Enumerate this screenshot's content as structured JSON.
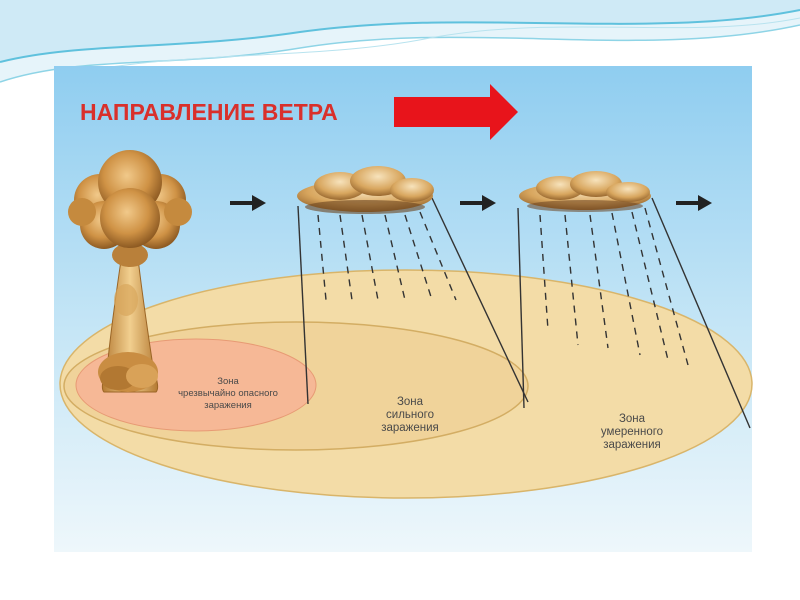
{
  "title": "НАПРАВЛЕНИЕ ВЕТРА",
  "colors": {
    "title": "#d9302b",
    "arrow": "#e8141b",
    "sky_top": "#8fcdf0",
    "sky_bottom": "#e9f5fb",
    "zone_moderate": "#f3dca7",
    "zone_strong": "#f0d39a",
    "zone_extreme": "#f6b896",
    "cloud": "#c98a3c",
    "stem": "#d69a45"
  },
  "zones": {
    "extreme": [
      "Зона",
      "чрезвычайно опасного",
      "заражения"
    ],
    "strong": [
      "Зона",
      "сильного",
      "заражения"
    ],
    "moderate": [
      "Зона",
      "умеренного",
      "заражения"
    ]
  },
  "icons": {
    "wind_arrow": "right-arrow",
    "small_arrows": "right-arrow",
    "explosion": "mushroom-cloud",
    "clouds": "radioactive-cloud"
  }
}
